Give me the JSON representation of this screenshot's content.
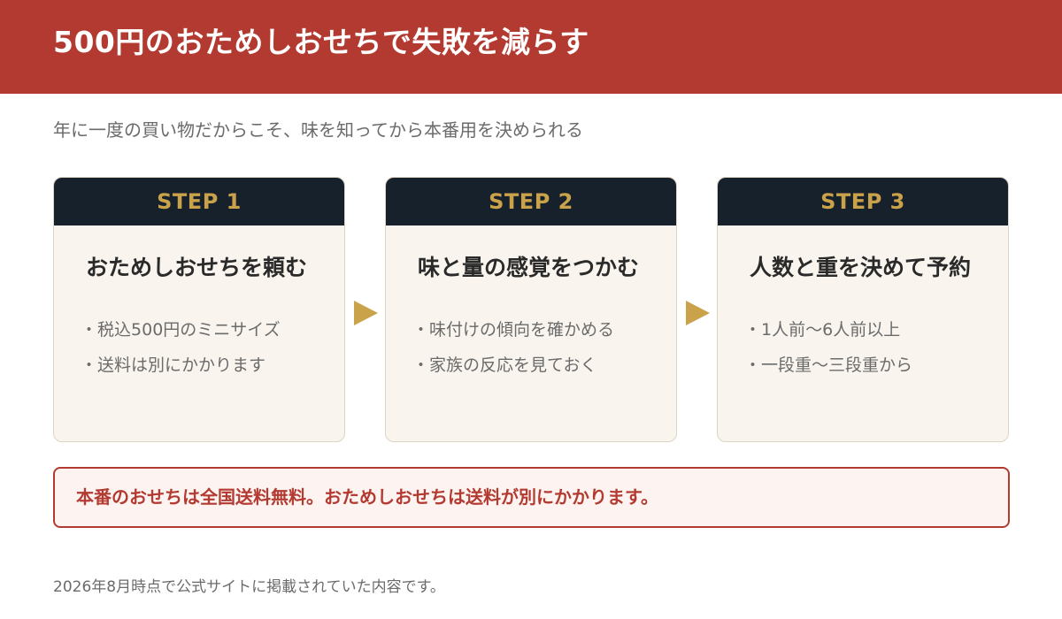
{
  "header": {
    "title": "500円のおためしおせちで失敗を減らす"
  },
  "subtitle": "年に一度の買い物だからこそ、味を知ってから本番用を決められる",
  "steps": [
    {
      "label": "STEP 1",
      "title": "おためしおせちを頼む",
      "items": [
        "税込500円のミニサイズ",
        "送料は別にかかります"
      ]
    },
    {
      "label": "STEP 2",
      "title": "味と量の感覚をつかむ",
      "items": [
        "味付けの傾向を確かめる",
        "家族の反応を見ておく"
      ]
    },
    {
      "label": "STEP 3",
      "title": "人数と重を決めて予約",
      "items": [
        "1人前〜6人前以上",
        "一段重〜三段重から"
      ]
    }
  ],
  "notice": "本番のおせちは全国送料無料。おためしおせちは送料が別にかかります。",
  "footnote": "2026年8月時点で公式サイトに掲載されていた内容です。",
  "colors": {
    "header_bg": "#b33a30",
    "step_head_bg": "#17212b",
    "accent_gold": "#c9a24a",
    "card_bg": "#f9f5ee",
    "notice_text": "#b33a30"
  },
  "icons": {
    "arrow": "triangle-right-icon"
  }
}
